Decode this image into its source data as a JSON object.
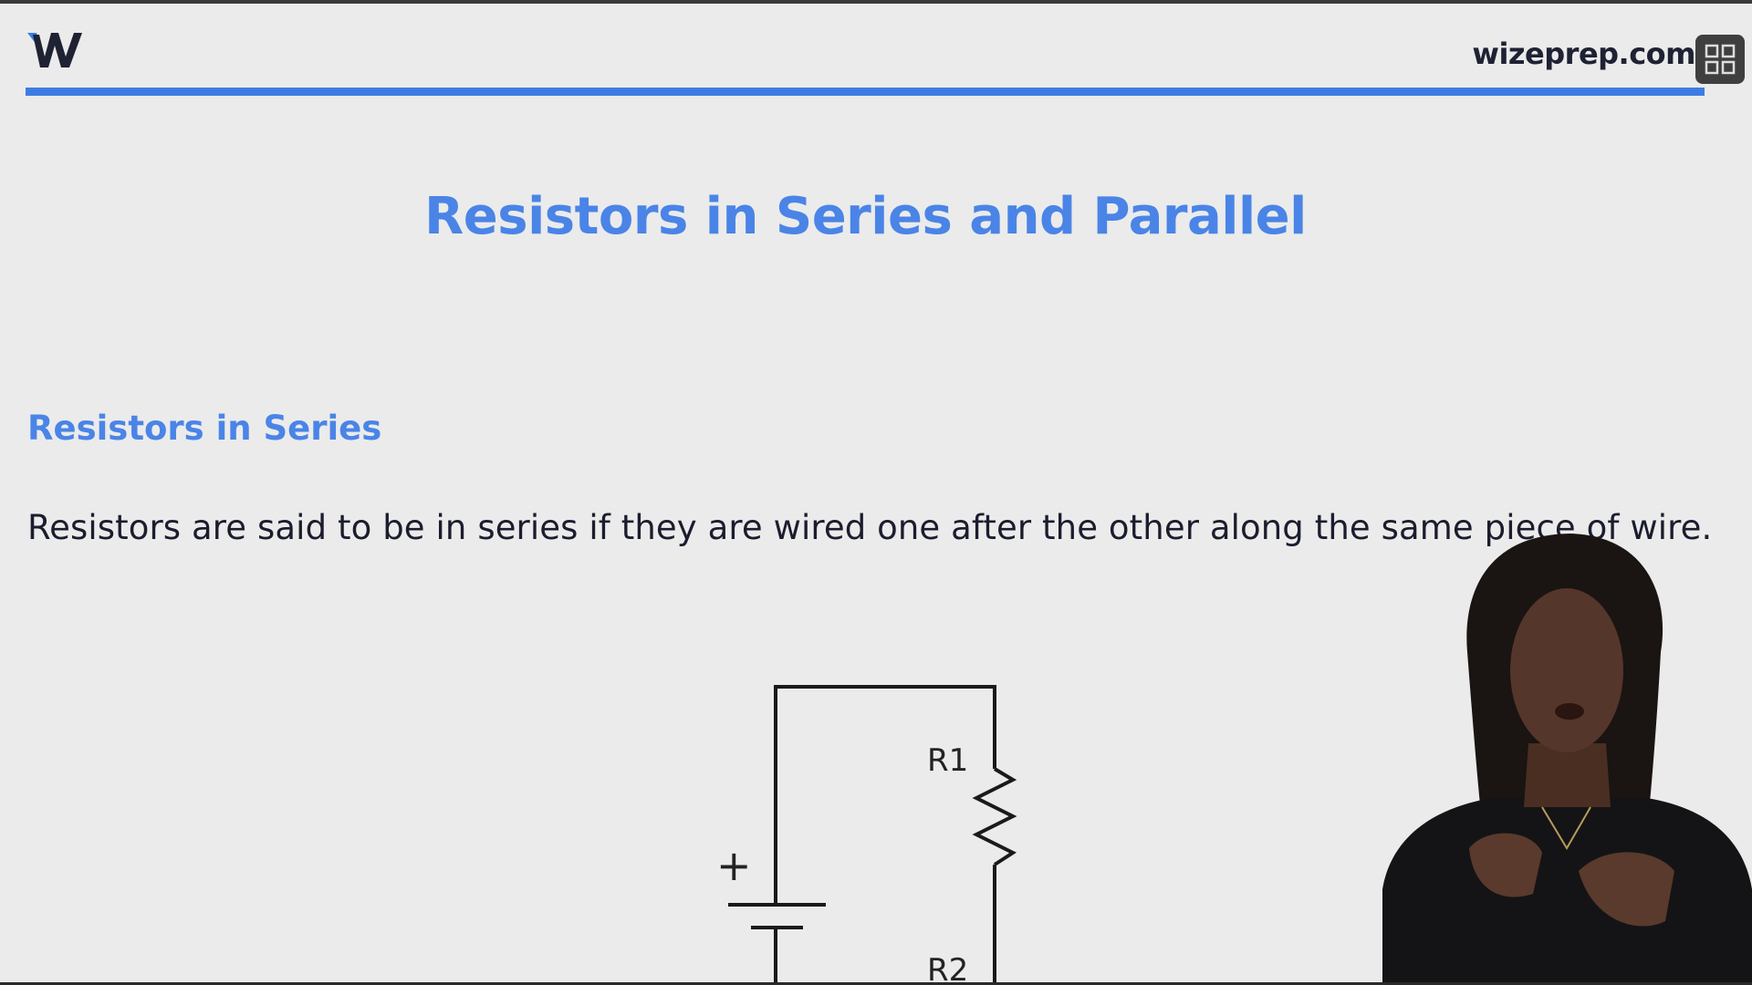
{
  "header": {
    "brand": "wizeprep.com",
    "logo_icon": "wizeprep-w-logo-icon",
    "menu_icon": "grid-icon",
    "accent_color": "#3d7de3"
  },
  "slide": {
    "title": "Resistors in Series and Parallel",
    "section_heading": "Resistors in Series",
    "body": "Resistors are said to be in series if they are wired one after the other along the same piece of wire.",
    "heading_color": "#4a84e7"
  },
  "circuit": {
    "plus_label": "+",
    "resistor_1_label": "R1",
    "resistor_2_label": "R2"
  },
  "presenter": {
    "icon": "presenter-video-icon"
  }
}
